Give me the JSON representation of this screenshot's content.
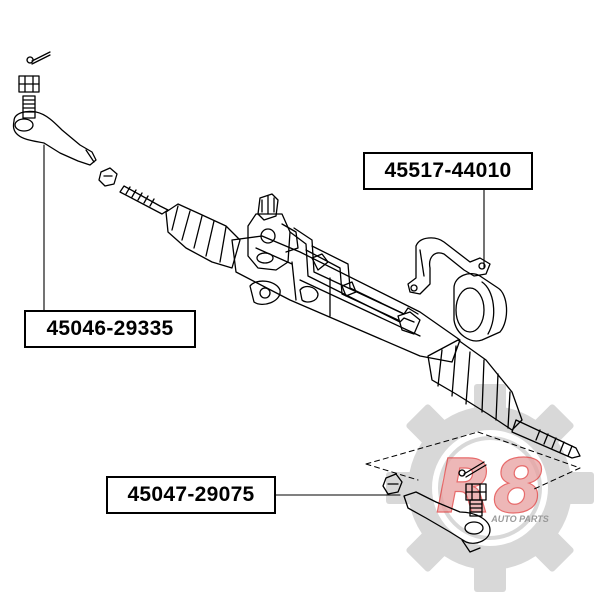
{
  "parts": [
    {
      "id": "a",
      "part_number": "45517-44010"
    },
    {
      "id": "b",
      "part_number": "45046-29335"
    },
    {
      "id": "c",
      "part_number": "45047-29075"
    }
  ],
  "watermark": {
    "logo_text": "R8",
    "tagline": "AUTO PARTS"
  },
  "colors": {
    "line": "#000000",
    "background": "#ffffff",
    "watermark_gray": "#b9b9b9",
    "watermark_red": "#e03a3a"
  }
}
